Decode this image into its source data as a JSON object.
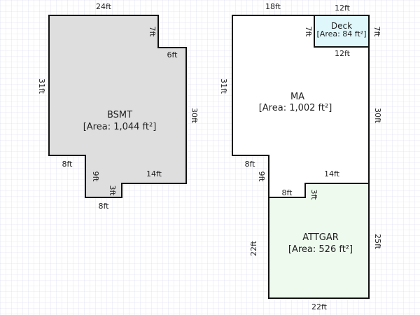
{
  "colors": {
    "grid": "#d6d6ee",
    "wall": "#111111",
    "bsmt_fill": "#dedede",
    "ma_fill": "#ffffff",
    "deck_fill": "#dff7fb",
    "attgar_fill": "#eefaee"
  },
  "rooms": {
    "bsmt": {
      "name": "BSMT",
      "area": "[Area: 1,044 ft²]"
    },
    "ma": {
      "name": "MA",
      "area": "[Area: 1,002 ft²]"
    },
    "deck": {
      "name": "Deck",
      "area": "[Area: 84 ft²]"
    },
    "attgar": {
      "name": "ATTGAR",
      "area": "[Area: 526 ft²]"
    }
  },
  "dims": {
    "bsmt_top": "24ft",
    "bsmt_notch_v": "7ft",
    "bsmt_notch_h": "6ft",
    "bsmt_left": "31ft",
    "bsmt_right": "30ft",
    "bsmt_bottom_left": "8ft",
    "bsmt_step_v": "9ft",
    "bsmt_bottom_right": "14ft",
    "bsmt_step_small": "3ft",
    "bsmt_bottom": "8ft",
    "ma_top": "18ft",
    "ma_left": "31ft",
    "ma_right": "30ft",
    "ma_deck_left": "7ft",
    "ma_bottom_left": "8ft",
    "ma_step_v": "9ft",
    "ma_bottom_right": "14ft",
    "deck_top": "12ft",
    "deck_bottom": "12ft",
    "deck_right": "7ft",
    "gar_notch_h": "8ft",
    "gar_notch_v": "3ft",
    "gar_left": "22ft",
    "gar_right": "25ft",
    "gar_bottom": "22ft"
  }
}
